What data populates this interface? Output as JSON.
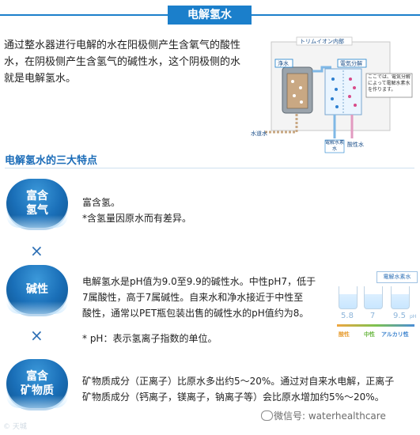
{
  "header": {
    "title": "电解氢水"
  },
  "intro": {
    "text": "通过整水器进行电解的水在阳极侧产生含氧气的酸性水，在阴极侧产生含氢气的碱性水，这个阴极侧的水就是电解氢水。"
  },
  "diagram": {
    "box_label": "トリムイオン内部",
    "purified_label": "浄水",
    "electrolysis_label": "電気分解",
    "note": "ここでは、電気分解によって電解水素水を作ります。",
    "tap_water_label": "水道水",
    "hydrogen_water_label": "電解水素水",
    "acid_water_label": "酸性水"
  },
  "section": {
    "title": "电解氢水的三大特点"
  },
  "features": [
    {
      "badge": "富含\n氢气",
      "lines": [
        "富含氢。",
        "*含氢量因原水而有差异。"
      ]
    },
    {
      "badge": "碱性",
      "lines": [
        "电解氢水是pH值为9.0至9.9的碱性水。中性pH7，低于",
        "7属酸性，高于7属碱性。自来水和净水接近于中性至",
        "酸性，通常以PET瓶包装出售的碱性水的pH值约为8。",
        "",
        "* pH：表示氢离子指数的单位。"
      ]
    },
    {
      "badge": "富含\n矿物质",
      "lines": [
        "矿物质成分（正离子）比原水多出约5～20%。通过对自来水电解，正离子",
        "矿物质成分（钙离子，镁离子，钠离子等）会比原水增加约5%～20%。"
      ]
    }
  ],
  "ph_chart": {
    "box_label": "電解水素水",
    "values": [
      "5.8",
      "7",
      "9.5"
    ],
    "unit": "pH",
    "categories": [
      "酸性",
      "中性",
      "アルカリ性"
    ]
  },
  "watermark": {
    "left": "© 天城",
    "right": "微信号: waterhealthcare"
  },
  "colors": {
    "accent": "#1b7fcb",
    "heading": "#1b6cb8",
    "acid": "#e8a13a",
    "neutral": "#6cb844",
    "alkali": "#3e84cf"
  }
}
